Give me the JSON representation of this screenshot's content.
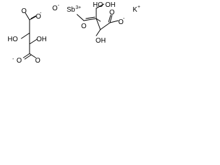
{
  "labels": {
    "left_top_carboxylate_o": "O",
    "left_top_charge": "-",
    "left_top_carbonyl_o": "O",
    "left_ho": "HO",
    "left_oh": "OH",
    "left_bottom_carboxylate_o": "O",
    "left_bottom_charge": "-",
    "left_bottom_carbonyl_o": "O",
    "antimony": "Sb",
    "antimony_charge": "3+",
    "right_left_o": "O",
    "right_left_charge": "-",
    "right_ho": "HO",
    "right_oh_top": "OH",
    "right_carbonyl_o_left": "O",
    "right_carbonyl_o_right": "O",
    "right_oh_bottom": "OH",
    "right_carboxylate_o": "O",
    "right_carboxylate_charge": "-",
    "potassium": "K",
    "potassium_charge": "+"
  },
  "colors": {
    "bond": "#000000",
    "text": "#000000",
    "background": "#ffffff"
  }
}
